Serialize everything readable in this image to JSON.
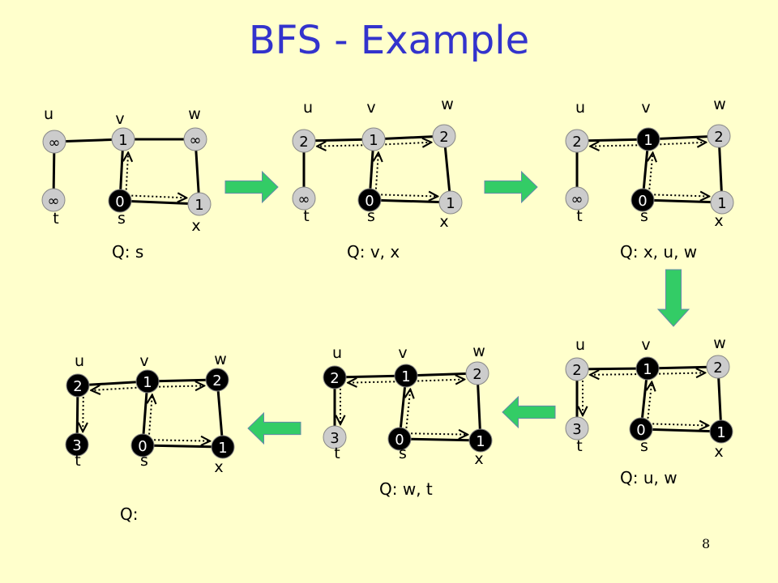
{
  "slide": {
    "title": "BFS - Example",
    "page_number": "8"
  },
  "colors": {
    "background": "#ffffcc",
    "title": "#3333cc",
    "arrow_fill": "#33cc66",
    "vertex_fill_light": "#cccccc",
    "vertex_fill_dark": "#000000",
    "tree_edge": "#000000"
  },
  "vertex_labels": {
    "u": "u",
    "v": "v",
    "w": "w",
    "t": "t",
    "s": "s",
    "x": "x"
  },
  "snapshots": [
    {
      "id": 1,
      "queue": "Q: s",
      "values": {
        "u": "∞",
        "v": "1",
        "w": "∞",
        "t": "∞",
        "s": "0",
        "x": "1"
      },
      "dark": [
        "s"
      ],
      "tree_edges": [
        "s-v",
        "s-x"
      ]
    },
    {
      "id": 2,
      "queue": "Q: v, x",
      "values": {
        "u": "2",
        "v": "1",
        "w": "2",
        "t": "∞",
        "s": "0",
        "x": "1"
      },
      "dark": [
        "s"
      ],
      "tree_edges": [
        "s-v",
        "s-x",
        "v-u",
        "v-w"
      ]
    },
    {
      "id": 3,
      "queue": "Q: x, u, w",
      "values": {
        "u": "2",
        "v": "1",
        "w": "2",
        "t": "∞",
        "s": "0",
        "x": "1"
      },
      "dark": [
        "s",
        "v"
      ],
      "tree_edges": [
        "s-v",
        "s-x",
        "v-u",
        "v-w"
      ]
    },
    {
      "id": 4,
      "queue": "Q: u, w",
      "values": {
        "u": "2",
        "v": "1",
        "w": "2",
        "t": "3",
        "s": "0",
        "x": "1"
      },
      "dark": [
        "s",
        "v",
        "x"
      ],
      "tree_edges": [
        "s-v",
        "s-x",
        "v-u",
        "v-w",
        "u-t"
      ]
    },
    {
      "id": 5,
      "queue": "Q: w, t",
      "values": {
        "u": "2",
        "v": "1",
        "w": "2",
        "t": "3",
        "s": "0",
        "x": "1"
      },
      "dark": [
        "s",
        "v",
        "x",
        "u"
      ],
      "tree_edges": [
        "s-v",
        "s-x",
        "v-u",
        "v-w",
        "u-t"
      ]
    },
    {
      "id": 6,
      "queue": "Q:",
      "values": {
        "u": "2",
        "v": "1",
        "w": "2",
        "t": "3",
        "s": "0",
        "x": "1"
      },
      "dark": [
        "s",
        "v",
        "x",
        "u",
        "w",
        "t"
      ],
      "tree_edges": [
        "s-v",
        "s-x",
        "v-u",
        "v-w",
        "u-t"
      ]
    }
  ],
  "step_arrows": [
    {
      "from": 1,
      "to": 2,
      "direction": "right"
    },
    {
      "from": 2,
      "to": 3,
      "direction": "right"
    },
    {
      "from": 3,
      "to": 4,
      "direction": "down"
    },
    {
      "from": 4,
      "to": 5,
      "direction": "left"
    },
    {
      "from": 5,
      "to": 6,
      "direction": "left"
    }
  ]
}
